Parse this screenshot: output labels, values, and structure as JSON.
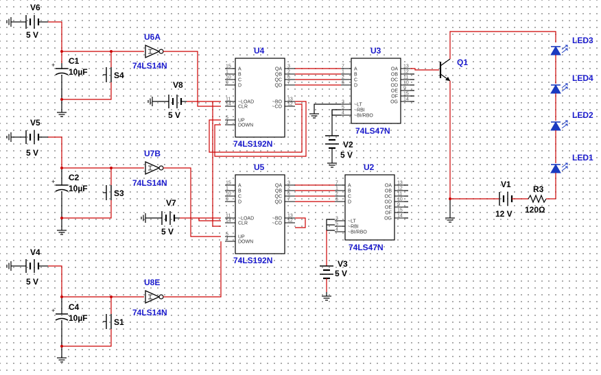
{
  "components": {
    "v6": {
      "name": "V6",
      "value": "5 V"
    },
    "v5": {
      "name": "V5",
      "value": "5 V"
    },
    "v4": {
      "name": "V4",
      "value": "5 V"
    },
    "v8": {
      "name": "V8",
      "value": "5 V"
    },
    "v7": {
      "name": "V7",
      "value": "5 V"
    },
    "v2": {
      "name": "V2",
      "value": "5 V"
    },
    "v3": {
      "name": "V3",
      "value": "5 V"
    },
    "v1": {
      "name": "V1",
      "value": "12 V"
    },
    "c1": {
      "name": "C1",
      "value": "10µF"
    },
    "c2": {
      "name": "C2",
      "value": "10µF"
    },
    "c4": {
      "name": "C4",
      "value": "10µF"
    },
    "s4": {
      "name": "S4"
    },
    "s3": {
      "name": "S3"
    },
    "s1": {
      "name": "S1"
    },
    "u6a": {
      "name": "U6A",
      "part": "74LS14N"
    },
    "u7b": {
      "name": "U7B",
      "part": "74LS14N"
    },
    "u8e": {
      "name": "U8E",
      "part": "74LS14N"
    },
    "u4": {
      "name": "U4",
      "part": "74LS192N"
    },
    "u5": {
      "name": "U5",
      "part": "74LS192N"
    },
    "u3": {
      "name": "U3",
      "part": "74LS47N"
    },
    "u2": {
      "name": "U2",
      "part": "74LS47N"
    },
    "q1": {
      "name": "Q1"
    },
    "r3": {
      "name": "R3",
      "value": "120Ω"
    },
    "led3": {
      "name": "LED3"
    },
    "led4": {
      "name": "LED4"
    },
    "led2": {
      "name": "LED2"
    },
    "led1": {
      "name": "LED1"
    }
  },
  "pins": {
    "ls192_left": [
      "A",
      "B",
      "C",
      "D",
      "~LOAD",
      "CLR",
      "UP",
      "DOWN"
    ],
    "ls192_right": [
      "QA",
      "QB",
      "QC",
      "QD",
      "~BO",
      "~CO"
    ],
    "ls192_left_nums": [
      "15",
      "1",
      "10",
      "9",
      "11",
      "14",
      "5",
      "4"
    ],
    "ls192_right_nums": [
      "3",
      "2",
      "6",
      "7",
      "13",
      "12"
    ],
    "ls47_left": [
      "A",
      "B",
      "C",
      "D",
      "~LT",
      "~RBI",
      "~BI/RBO"
    ],
    "ls47_right": [
      "OA",
      "OB",
      "OC",
      "OD",
      "OE",
      "OF",
      "OG"
    ],
    "ls47_left_nums": [
      "7",
      "1",
      "2",
      "6",
      "3",
      "5",
      "4"
    ],
    "ls47_right_nums": [
      "13",
      "12",
      "11",
      "10",
      "9",
      "15",
      "14"
    ]
  }
}
